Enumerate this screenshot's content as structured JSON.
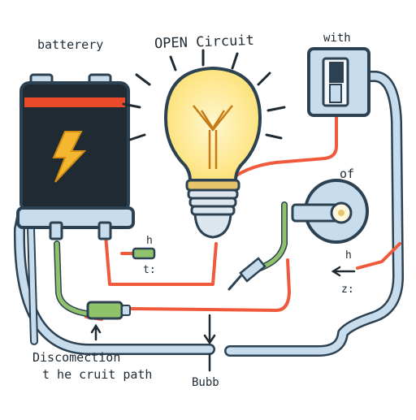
{
  "labels": {
    "battery": "batterery",
    "title": "OPEN Circuit",
    "switch": "with",
    "of": "of",
    "h_left": "h",
    "t_left": "t:",
    "h_right": "h",
    "z_right": "z:",
    "caption_line1": "Discomection",
    "caption_line2": "t he cruit path",
    "bulb": "Bubb"
  },
  "icons": [
    "battery-icon",
    "lightning-bolt-icon",
    "light-bulb-icon",
    "switch-icon",
    "terminal-knob-icon",
    "plug-icon",
    "arrow-down-icon",
    "arrow-left-icon"
  ],
  "colors": {
    "wire_red": "#ef5a3c",
    "pipe_blue": "#c7dced",
    "pipe_outline": "#2c4152",
    "battery_body": "#1f2a33",
    "battery_stripe": "#e94b2a",
    "bolt": "#f5b731",
    "bulb_glass": "#fde37e",
    "bulb_base": "#e7c46a",
    "connector_green": "#8fc26b"
  }
}
